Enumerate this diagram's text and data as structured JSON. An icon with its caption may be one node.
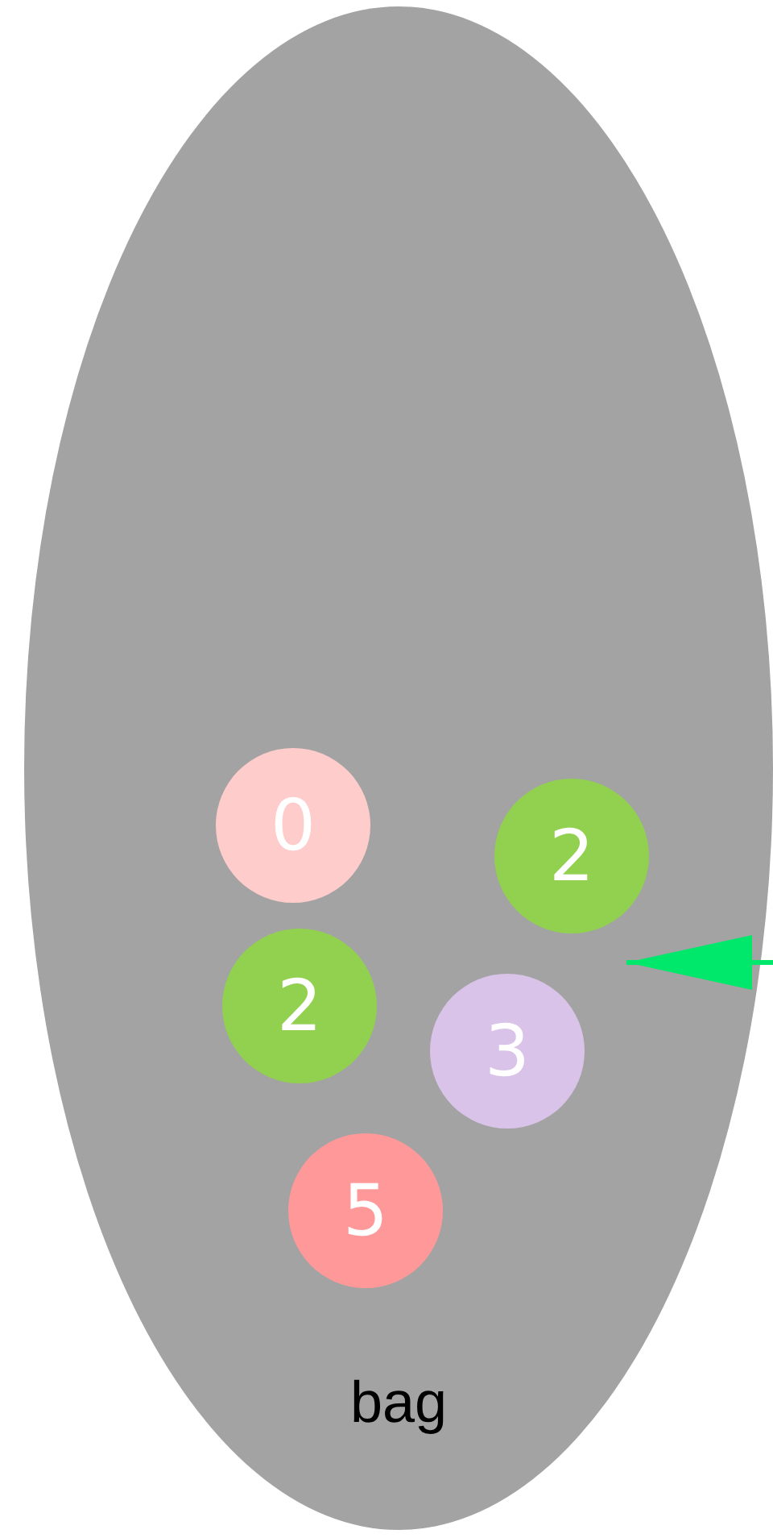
{
  "diagram": {
    "nodes": [
      {
        "text": [
          "bag"
        ]
      },
      {
        "text": [
          "0"
        ],
        "in": 0
      },
      {
        "text": [
          "2"
        ],
        "in": 0
      },
      {
        "text": [
          "2"
        ],
        "in": 0
      },
      {
        "text": [
          "3"
        ],
        "in": 0
      },
      {
        "text": [
          "5"
        ],
        "in": 0
      }
    ],
    "edges": [
      {
        "from": null,
        "to": 2,
        "arrow": "to"
      }
    ]
  }
}
